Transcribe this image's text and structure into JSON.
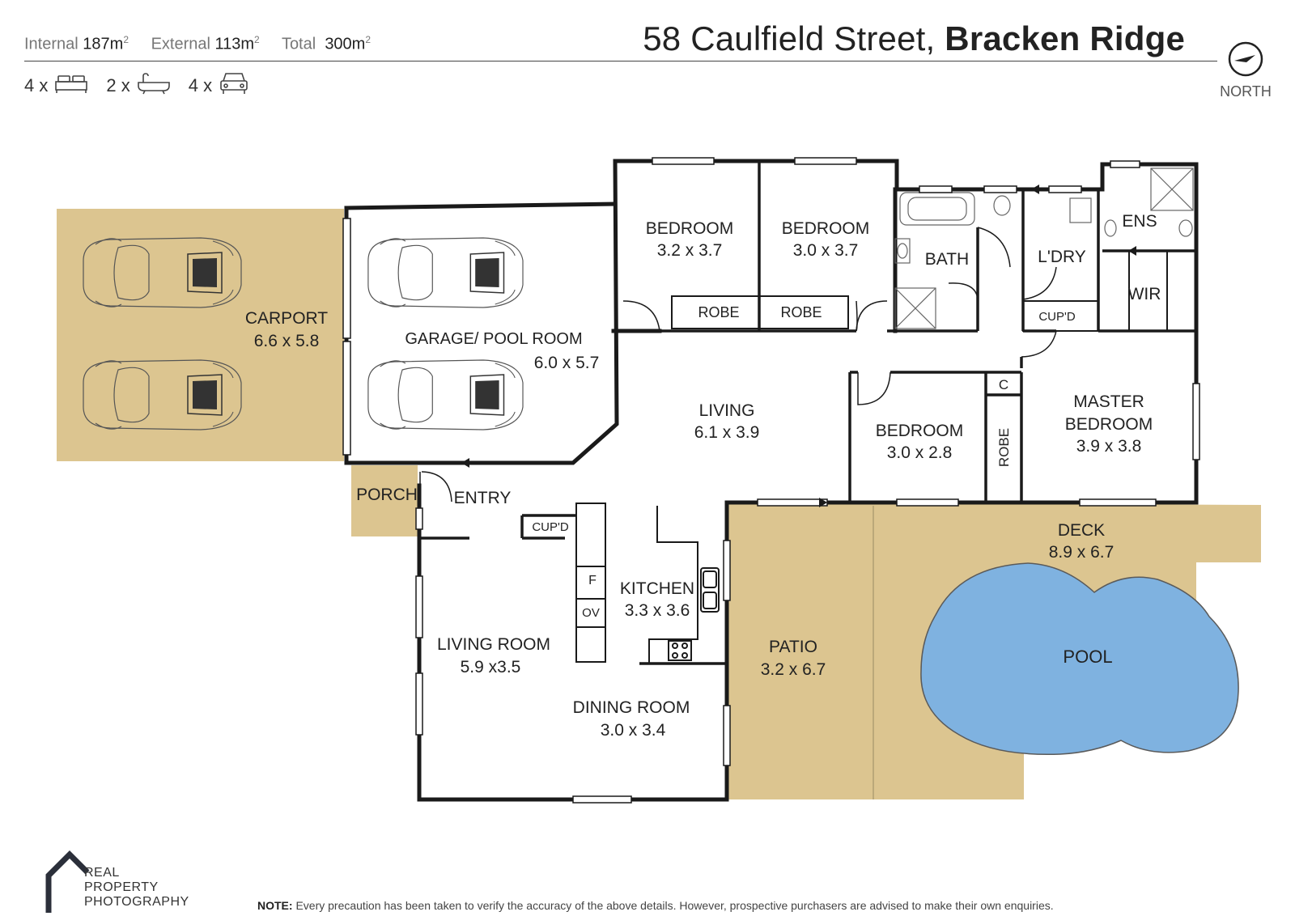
{
  "header": {
    "internal_label": "Internal",
    "internal_value": "187m",
    "external_label": "External",
    "external_value": "113m",
    "total_label": "Total",
    "total_value": "300m",
    "sup": "2",
    "address_street": "58 Caulfield Street,",
    "address_suburb": "Bracken Ridge",
    "north_label": "NORTH"
  },
  "counts": {
    "bedrooms": "4 x",
    "bathrooms": "2 x",
    "cars": "4 x",
    "bedroom_icon": "bed-icon",
    "bathroom_icon": "bathtub-icon",
    "car_icon": "car-icon"
  },
  "rooms": {
    "carport_name": "CARPORT",
    "carport_size": "6.6 x 5.8",
    "garage_name": "GARAGE/ POOL ROOM",
    "garage_size": "6.0 x 5.7",
    "bed1_name": "BEDROOM",
    "bed1_size": "3.2 x 3.7",
    "bed2_name": "BEDROOM",
    "bed2_size": "3.0 x 3.7",
    "robe1": "ROBE",
    "robe2": "ROBE",
    "bath": "BATH",
    "laundry": "L'DRY",
    "ensuite": "ENS",
    "wir": "WIR",
    "cupd_laundry": "CUP'D",
    "living_name": "LIVING",
    "living_size": "6.1 x 3.9",
    "bed3_name": "BEDROOM",
    "bed3_size": "3.0 x 2.8",
    "c_label": "C",
    "robe3": "ROBE",
    "master_name1": "MASTER",
    "master_name2": "BEDROOM",
    "master_size": "3.9 x 3.8",
    "porch": "PORCH",
    "entry": "ENTRY",
    "cupd_entry": "CUP'D",
    "fridge": "F",
    "oven": "OV",
    "kitchen_name": "KITCHEN",
    "kitchen_size": "3.3 x 3.6",
    "living_room_name": "LIVING ROOM",
    "living_room_size": "5.9 x3.5",
    "dining_name": "DINING ROOM",
    "dining_size": "3.0 x  3.4",
    "patio_name": "PATIO",
    "patio_size": "3.2 x 6.7",
    "deck_name": "DECK",
    "deck_size": "8.9 x 6.7",
    "pool": "POOL"
  },
  "colors": {
    "outdoor": "#dcc590",
    "pool": "#7fb2e0",
    "wall": "#1a1a1a"
  },
  "footer": {
    "logo_line1": "REAL",
    "logo_line2": "PROPERTY",
    "logo_line3": "PHOTOGRAPHY",
    "note_label": "NOTE:",
    "note_text": "Every precaution has been taken to verify the accuracy of the above details. However, prospective purchasers are advised to make their own enquiries."
  }
}
